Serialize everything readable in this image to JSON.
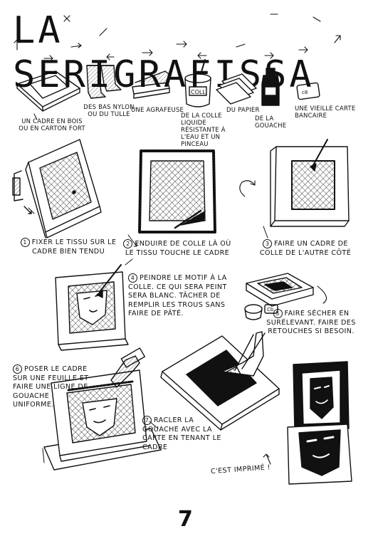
{
  "title": "LA SERIGRAFISSA",
  "materials": [
    {
      "label": "UN CADRE EN BOIS OU EN CARTON FORT",
      "icon": "frame-icon"
    },
    {
      "label": "DES BAS NYLON OU DU TULLE",
      "icon": "nylon-stockings-icon"
    },
    {
      "label": "UNE AGRAFEUSE",
      "icon": "stapler-icon"
    },
    {
      "label": "DE LA COLLE LIQUIDE RÉSISTANTE À L'EAU ET UN PINCEAU",
      "icon": "glue-pot-icon",
      "jar_text": "COLL"
    },
    {
      "label": "DU PAPIER",
      "icon": "paper-stack-icon"
    },
    {
      "label": "DE LA GOUACHE",
      "icon": "gouache-bottle-icon"
    },
    {
      "label": "UNE VIEILLE CARTE BANCAIRE",
      "icon": "bank-card-icon"
    }
  ],
  "steps": [
    {
      "number": "1",
      "text": "FIXER LE TISSU SUR LE CADRE BIEN TENDU"
    },
    {
      "number": "2",
      "text": "ENDUIRE DE COLLE LÀ OÙ LE TISSU TOUCHE LE CADRE"
    },
    {
      "number": "3",
      "text": "FAIRE UN CADRE DE COLLE DE L'AUTRE CÔTÉ"
    },
    {
      "number": "4",
      "text": "PEINDRE LE MOTIF À LA COLLE. CE QUI SERA PEINT SERA BLANC. TÂCHER DE REMPLIR LES TROUS SANS FAIRE DE PÂTÉ."
    },
    {
      "number": "5",
      "text": "FAIRE SÉCHER EN SURÉLEVANT. FAIRE DES RETOUCHES SI BESOIN."
    },
    {
      "number": "6",
      "text": "POSER LE CADRE SUR UNE FEUILLE ET FAIRE UNE LIGNE DE GOUACHE UNIFORME."
    },
    {
      "number": "7",
      "text": "RACLER LA GOUACHE AVEC LA CARTE EN TENANT LE CADRE"
    }
  ],
  "final_caption": "C'EST IMPRIMÉ !",
  "page_number": "7"
}
